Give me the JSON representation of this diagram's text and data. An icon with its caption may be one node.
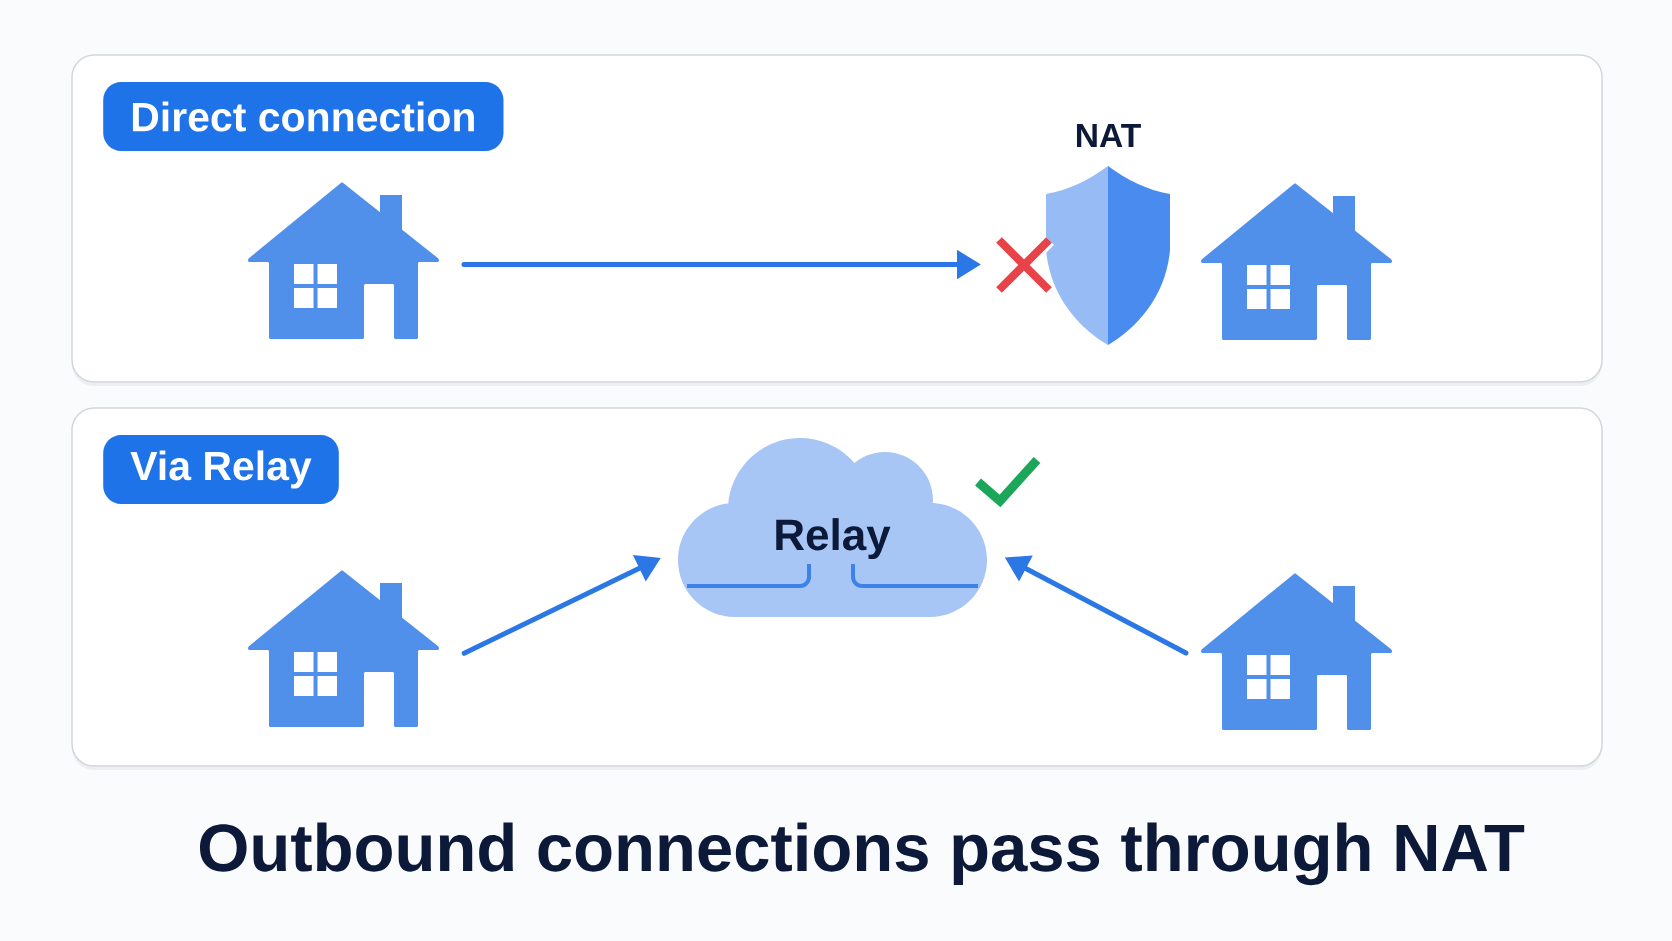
{
  "diagram": {
    "caption": "Outbound connections pass through NAT",
    "nodes": [
      {
        "text": [
          "Direct connection"
        ]
      },
      {
        "text": [],
        "shape": "house",
        "in": 0
      },
      {
        "text": [
          "NAT"
        ],
        "in": 0
      },
      {
        "text": [],
        "shape": "house",
        "in": 0
      },
      {
        "text": [
          "Via Relay"
        ]
      },
      {
        "text": [],
        "shape": "house",
        "in": 4
      },
      {
        "text": [
          "Relay"
        ],
        "in": 4
      },
      {
        "text": [],
        "shape": "house",
        "in": 4
      }
    ],
    "edges": [
      {
        "from": 1,
        "to": 2,
        "arrow": "to"
      },
      {
        "from": 5,
        "to": 6,
        "arrow": "to"
      },
      {
        "from": 7,
        "to": 6,
        "arrow": "to"
      }
    ]
  }
}
